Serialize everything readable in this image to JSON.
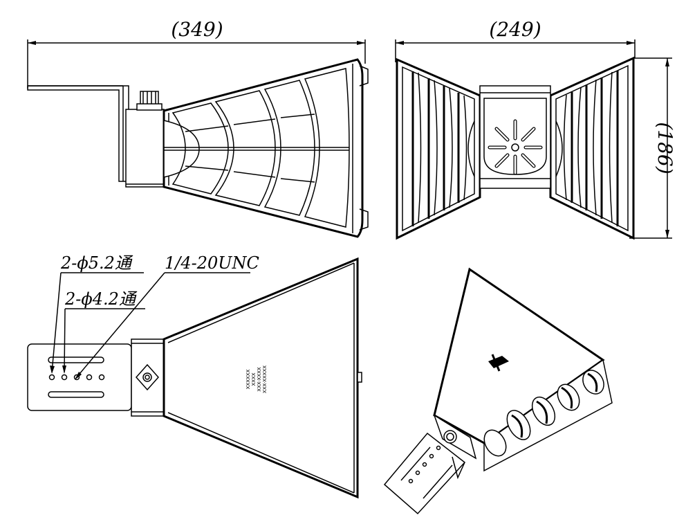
{
  "dimensions": {
    "length": "(349)",
    "width": "(249)",
    "height": "(186)"
  },
  "callouts": {
    "hole_a": "2-ϕ5.2通",
    "hole_b": "2-ϕ4.2通",
    "thread": "1/4-20UNC"
  },
  "nameplate": [
    "XXXXXX",
    "XXXX",
    "XXX-XXXX",
    "XXX-XXXXX"
  ],
  "views": [
    "side-view",
    "rear-view",
    "top-view",
    "isometric-view"
  ]
}
